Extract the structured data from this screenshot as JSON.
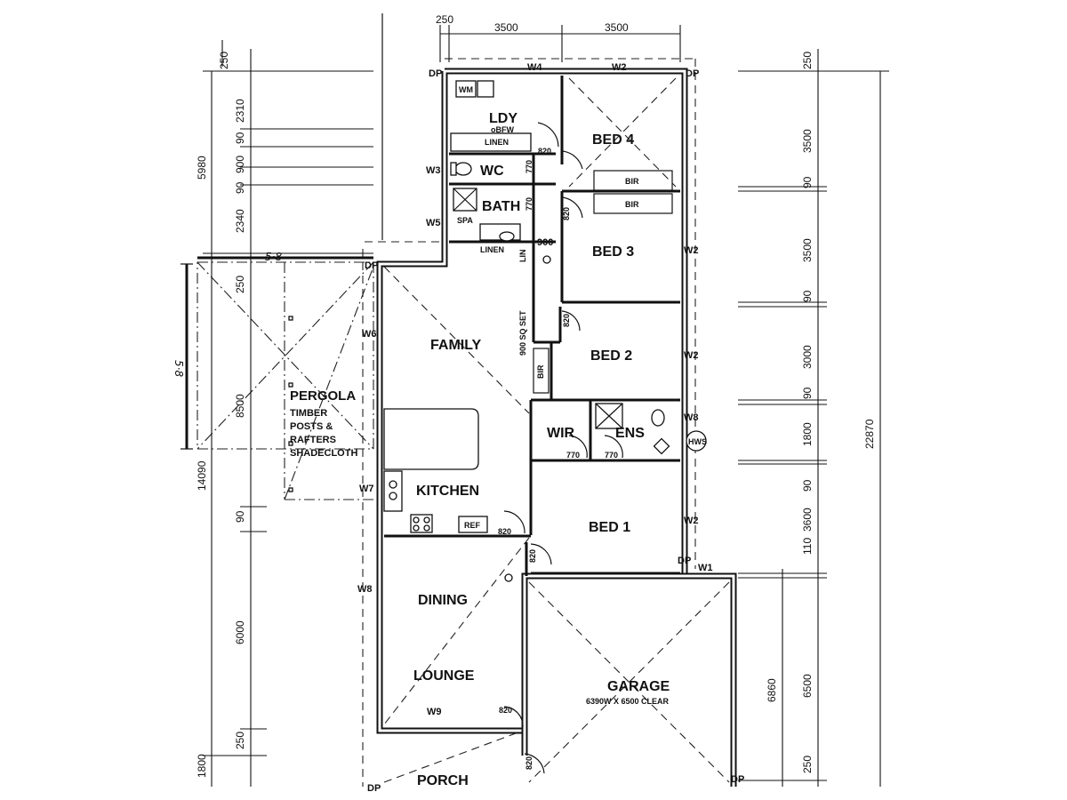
{
  "rooms": {
    "ldy": "LDY",
    "wc": "WC",
    "bath": "BATH",
    "bed4": "BED 4",
    "bed3": "BED 3",
    "bed2": "BED 2",
    "bed1": "BED 1",
    "family": "FAMILY",
    "kitchen": "KITCHEN",
    "dining": "DINING",
    "lounge": "LOUNGE",
    "garage": "GARAGE",
    "garage_note": "6390W X 6500 CLEAR",
    "wir": "WIR",
    "ens": "ENS",
    "porch": "PORCH"
  },
  "pergola": {
    "title": "PERGOLA",
    "lines": [
      "TIMBER",
      "POSTS &",
      "RAFTERS",
      "SHADECLOTH"
    ],
    "hand_width": "5·8",
    "hand_height": "5·8"
  },
  "fixtures": {
    "wm": "WM",
    "dfw": "oBFW",
    "linen1": "LINEN",
    "linen2": "LINEN",
    "bir_bed4": "BIR",
    "bir_bed3": "BIR",
    "bir_bed2": "BIR",
    "ref": "REF",
    "sq_set": "900 SQ SET",
    "hws": "HWS",
    "spa": "SPA",
    "lin_v": "LIN"
  },
  "doors": {
    "d_ldy": "820",
    "d_wc": "770",
    "d_bath": "770",
    "d_bed3": "820",
    "d_bed2": "820",
    "d_wir": "770",
    "d_ens": "770",
    "d_kitchen": "820",
    "d_dining": "820",
    "d_lounge": "820",
    "d_garage": "820",
    "d_hall": "900"
  },
  "windows": {
    "w1": "W1",
    "w2a": "W2",
    "w2b": "W2",
    "w2c": "W2",
    "w2d": "W2",
    "w3": "W3",
    "w4": "W4",
    "w5": "W5",
    "w6": "W6",
    "w7": "W7",
    "w8": "W8",
    "w8b": "W8",
    "w9": "W9"
  },
  "markers": {
    "dp1": "DP",
    "dp2": "DP",
    "dp3": "DP",
    "dp4": "DP",
    "dp5": "DP",
    "dp6": "DP"
  },
  "dims_top": [
    "250",
    "3500",
    "3500"
  ],
  "dims_right": [
    "250",
    "3500",
    "90",
    "3500",
    "90",
    "3000",
    "90",
    "1800",
    "90",
    "3600",
    "110",
    "6500",
    "250"
  ],
  "dims_right_overall": [
    "22870",
    "6860"
  ],
  "dims_left_inner": [
    "250",
    "2310",
    "90",
    "900",
    "90",
    "2340",
    "250",
    "8500",
    "90",
    "6000",
    "250"
  ],
  "dims_left_outer": [
    "5980",
    "14090",
    "1800"
  ]
}
